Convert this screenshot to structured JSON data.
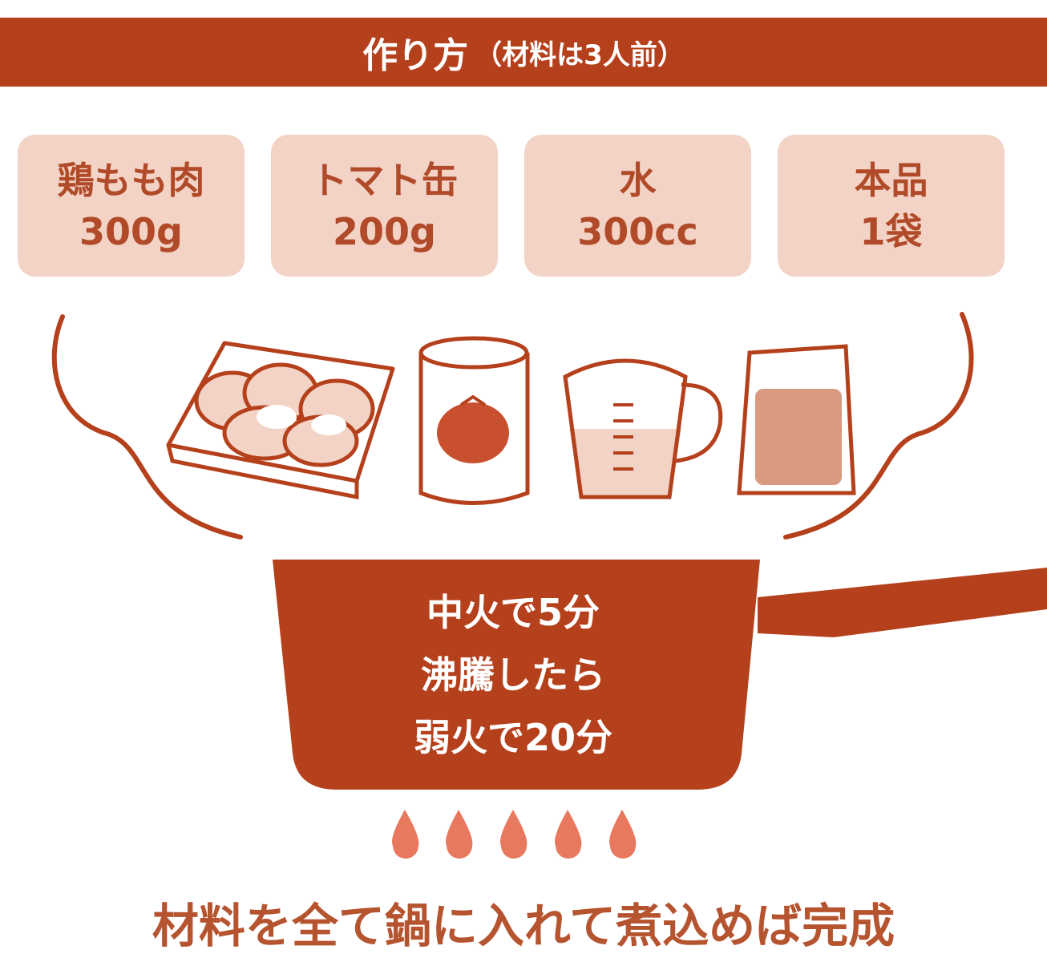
{
  "header": {
    "title": "作り方",
    "subtitle": "（材料は3人前）"
  },
  "ingredients": [
    {
      "name": "鶏もも肉",
      "amount": "300g"
    },
    {
      "name": "トマト缶",
      "amount": "200g"
    },
    {
      "name": "水",
      "amount": "300cc"
    },
    {
      "name": "本品",
      "amount": "1袋"
    }
  ],
  "steps": [
    "中火で5分",
    "沸騰したら",
    "弱火で20分"
  ],
  "footer": "材料を全て鍋に入れて煮込めば完成",
  "colors": {
    "primary": "#b5401c",
    "box": "#f3d3c6",
    "flame": "#e8795f"
  }
}
